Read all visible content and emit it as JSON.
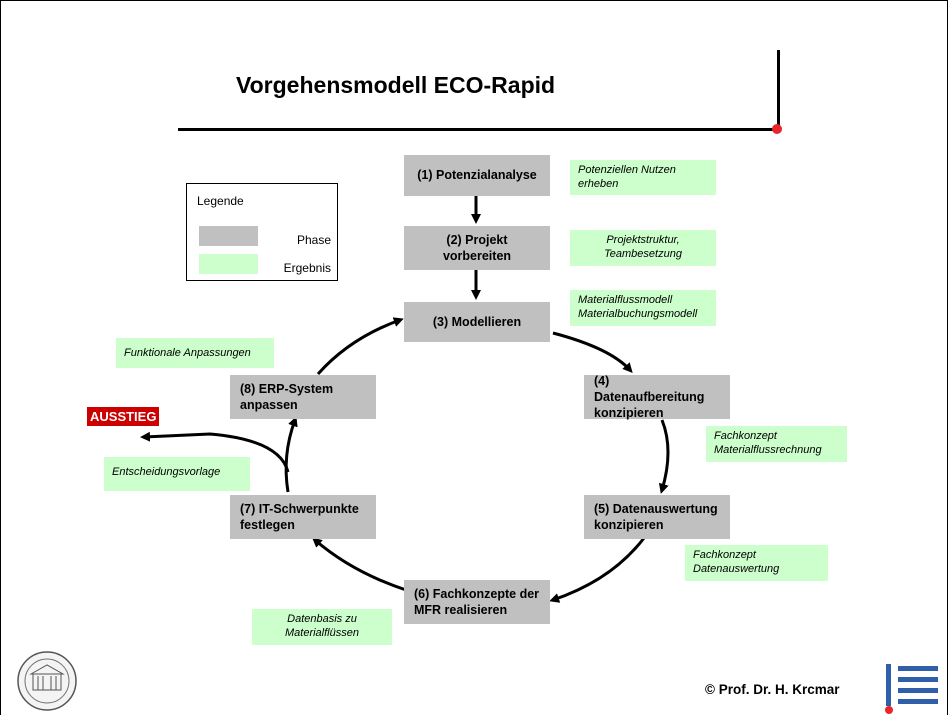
{
  "title": "Vorgehensmodell ECO-Rapid",
  "legend": {
    "title": "Legende",
    "phase": "Phase",
    "result": "Ergebnis"
  },
  "phases": {
    "p1": "(1) Potenzialanalyse",
    "p2_line1": "(2) Projekt",
    "p2_line2": "vorbereiten",
    "p3": "(3) Modellieren",
    "p4_line1": "(4) Datenaufbereitung",
    "p4_line2": "konzipieren",
    "p5_line1": "(5) Datenauswertung",
    "p5_line2": "konzipieren",
    "p6_line1": "(6) Fachkonzepte der",
    "p6_line2": "MFR realisieren",
    "p7_line1": "(7) IT-Schwerpunkte",
    "p7_line2": "festlegen",
    "p8_line1": "(8) ERP-System",
    "p8_line2": "anpassen"
  },
  "results": {
    "r1_line1": "Potenziellen Nutzen",
    "r1_line2": "erheben",
    "r2_line1": "Projektstruktur,",
    "r2_line2": "Teambesetzung",
    "r3_line1": "Materialflussmodell",
    "r3_line2": "Materialbuchungsmodell",
    "r4_line1": "Fachkonzept",
    "r4_line2": "Materialflussrechnung",
    "r5_line1": "Fachkonzept",
    "r5_line2": "Datenauswertung",
    "r6_line1": "Datenbasis zu",
    "r6_line2": "Materialflüssen",
    "r7": "Entscheidungsvorlage",
    "r8": "Funktionale Anpassungen"
  },
  "exit_label": "AUSSTIEG",
  "copyright": "© Prof. Dr. H. Krcmar",
  "colors": {
    "phase": "#c0c0c0",
    "result": "#ccffcc",
    "exit": "#cc0000",
    "accent_dot": "#e8252a",
    "logo_blue": "#2e5fa8"
  },
  "icons": {
    "university_seal": "university-seal-icon",
    "brand_logo": "krcmar-logo-icon"
  }
}
